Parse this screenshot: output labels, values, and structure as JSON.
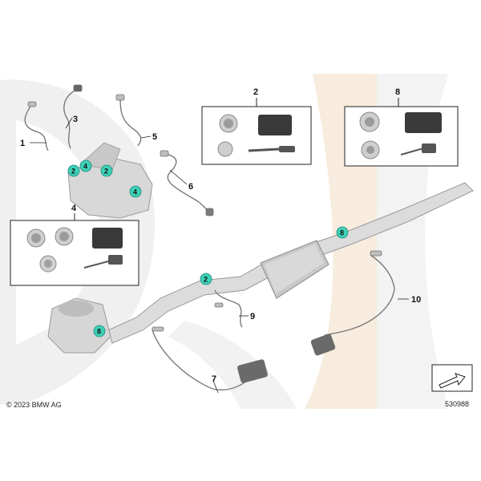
{
  "diagram": {
    "callout_numbers": {
      "n1": "1",
      "n2": "2",
      "n3": "3",
      "n4": "4",
      "n5": "5",
      "n6": "6",
      "n7": "7",
      "n8": "8",
      "n9": "9",
      "n10": "10"
    },
    "badges": {
      "b2": "2",
      "b4": "4",
      "b8": "8"
    },
    "copyright": "© 2023 BMW AG",
    "image_number": "530988"
  },
  "colors": {
    "badge_fill": "#3ed1b8",
    "background_watermark_grey": "#ececec",
    "background_watermark_beige": "#f6ebdc",
    "line": "#333333",
    "part_grey": "#d4d4d4"
  },
  "icons": {
    "navigation": "arrow-icon"
  }
}
